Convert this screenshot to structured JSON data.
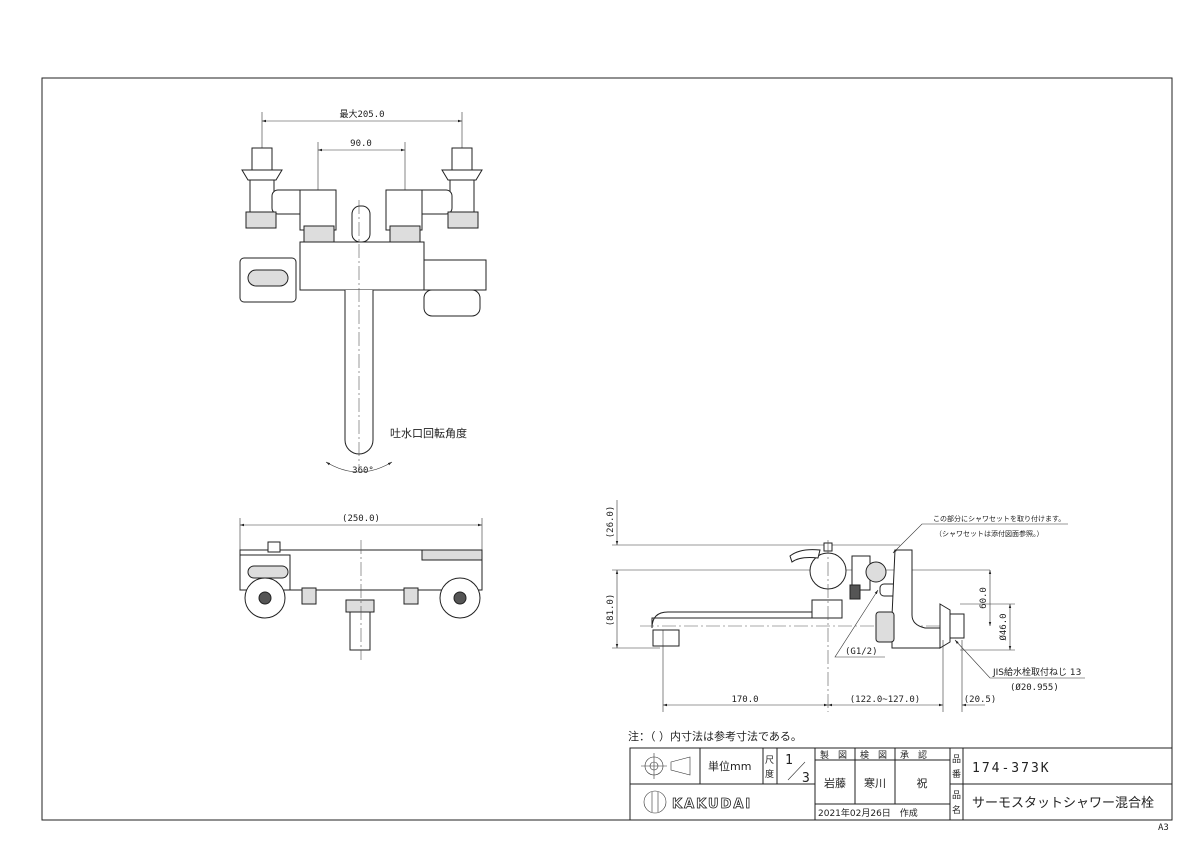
{
  "top_view": {
    "dim_max_width": "最大205.0",
    "dim_center": "90.0",
    "spout_rotation_label": "吐水口回転角度",
    "spout_rotation_angle": "360°"
  },
  "front_view": {
    "dim_width": "(250.0)"
  },
  "side_view": {
    "dim_top": "(26.0)",
    "dim_height": "(81.0)",
    "dim_60": "60.0",
    "dim_diameter": "Ø46.0",
    "dim_spout": "170.0",
    "dim_offset": "(122.0~127.0)",
    "dim_flange": "(20.5)",
    "thread_label": "(G1/2)",
    "shower_note_1": "この部分にシャワセットを取り付けます。",
    "shower_note_2": "（シャワセットは添付図面参照。）",
    "jis_label": "JIS給水栓取付ねじ 13",
    "jis_diameter": "(Ø20.955)"
  },
  "note": "注：（ ）内寸法は参考寸法である。",
  "title_block": {
    "unit": "単位mm",
    "scale_label_1": "尺",
    "scale_label_2": "度",
    "scale_num": "1",
    "scale_den": "3",
    "made_by_label": "製　図",
    "checked_by_label": "検　図",
    "approved_by_label": "承　認",
    "made_by": "岩藤",
    "checked_by": "寒川",
    "approved_by": "祝",
    "date": "2021年02月26日　作成",
    "part_no_label_1": "品",
    "part_no_label_2": "番",
    "part_no": "174-373K",
    "part_name_label_1": "品",
    "part_name_label_2": "名",
    "part_name": "サーモスタットシャワー混合栓",
    "brand": "KAKUDAI",
    "sheet_size": "A3"
  }
}
